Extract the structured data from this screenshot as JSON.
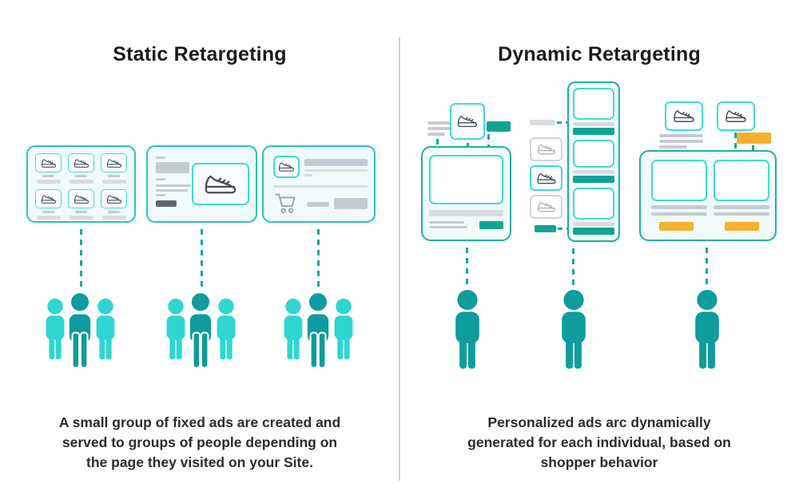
{
  "header": {
    "left_title": "Static Retargeting",
    "right_title": "Dynamic Retargeting"
  },
  "captions": {
    "left": "A small group of fixed ads are created and\nserved to groups of people depending on\nthe page they visited on your Site.",
    "right": "Personalized ads arc dynamically\ngenerated for each individual, based on\nshopper behavior"
  },
  "icons": {
    "sneaker": "sneaker-outline-icon",
    "cart": "shopping-cart-icon",
    "person": "person-silhouette-icon"
  },
  "colors": {
    "ink": "#1b1b1d",
    "text": "#2c2c2e",
    "divider": "#c9d2d6",
    "mint": "#f1fbfa",
    "teal": "#29c5b9",
    "frame": "#1fb0a4",
    "cyan": "#3edcd3",
    "tealfill": "#11a396",
    "orange": "#f6af2f",
    "graybar": "#c6cbd1",
    "graylight": "#d8dbdf",
    "slate": "#5c6670",
    "icon": "#454f59",
    "grayborder": "#cdd3d8",
    "graysneaker": "#a6adb4",
    "dash": "#16a99c",
    "persondark": "#0e9c9c",
    "personlight": "#2fd6d1"
  }
}
